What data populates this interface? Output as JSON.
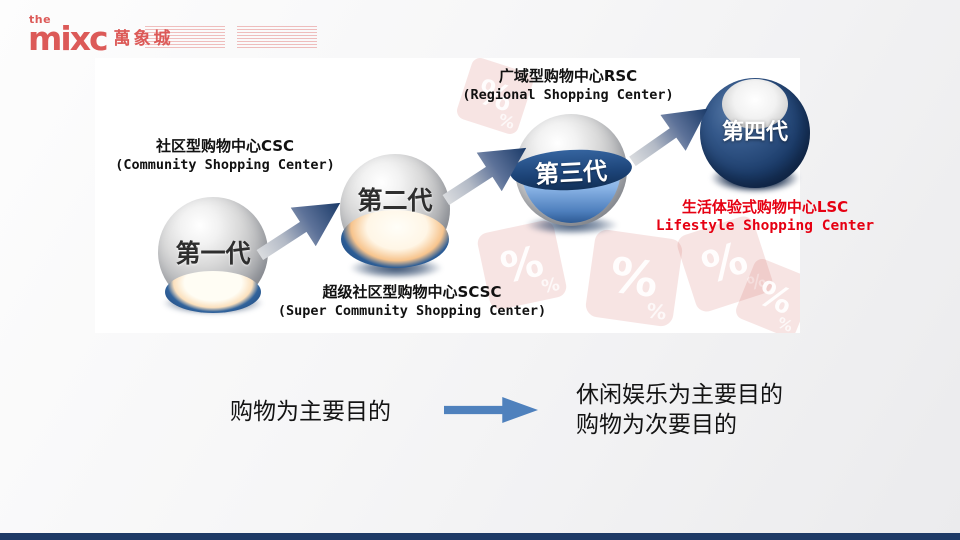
{
  "logo": {
    "the": "the",
    "mixc": "mixc",
    "cn_name": "萬象城"
  },
  "diagram": {
    "spheres": [
      {
        "title": "第一代"
      },
      {
        "title": "第二代"
      },
      {
        "title": "第三代"
      },
      {
        "title": "第四代"
      }
    ],
    "labels": {
      "csc_cn": "社区型购物中心CSC",
      "csc_en": "(Community Shopping Center)",
      "scsc_cn": "超级社区型购物中心SCSC",
      "scsc_en": "(Super Community Shopping Center)",
      "rsc_cn": "广域型购物中心RSC",
      "rsc_en": "(Regional Shopping Center)",
      "lsc_cn": "生活体验式购物中心LSC",
      "lsc_en": "Lifestyle Shopping Center"
    },
    "watermark_percent": "%"
  },
  "summary": {
    "left": "购物为主要目的",
    "right_line1": "休闲娱乐为主要目的",
    "right_line2": "购物为次要目的"
  },
  "colors": {
    "logo_red": "#dc5a58",
    "lsc_red": "#e60012",
    "summary_arrow_blue": "#4f81bd",
    "flow_arrow_navy": "#1a3a68",
    "footer_navy": "#1e3a66",
    "panel_white": "#ffffff"
  }
}
